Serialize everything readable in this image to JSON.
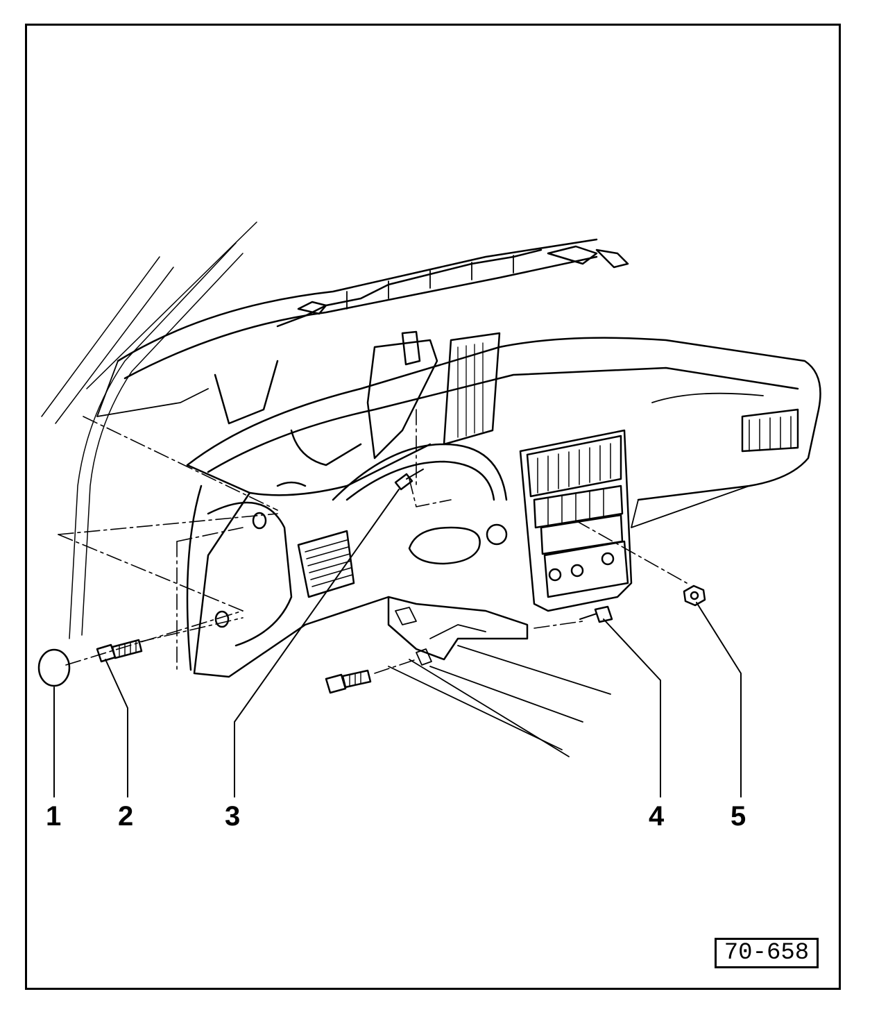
{
  "diagram": {
    "callouts": [
      {
        "id": "1",
        "label": "1"
      },
      {
        "id": "2",
        "label": "2"
      },
      {
        "id": "3",
        "label": "3"
      },
      {
        "id": "4",
        "label": "4"
      },
      {
        "id": "5",
        "label": "5"
      }
    ],
    "figure_ref": "70-658",
    "colors": {
      "ink": "#000000",
      "paper": "#ffffff"
    }
  }
}
